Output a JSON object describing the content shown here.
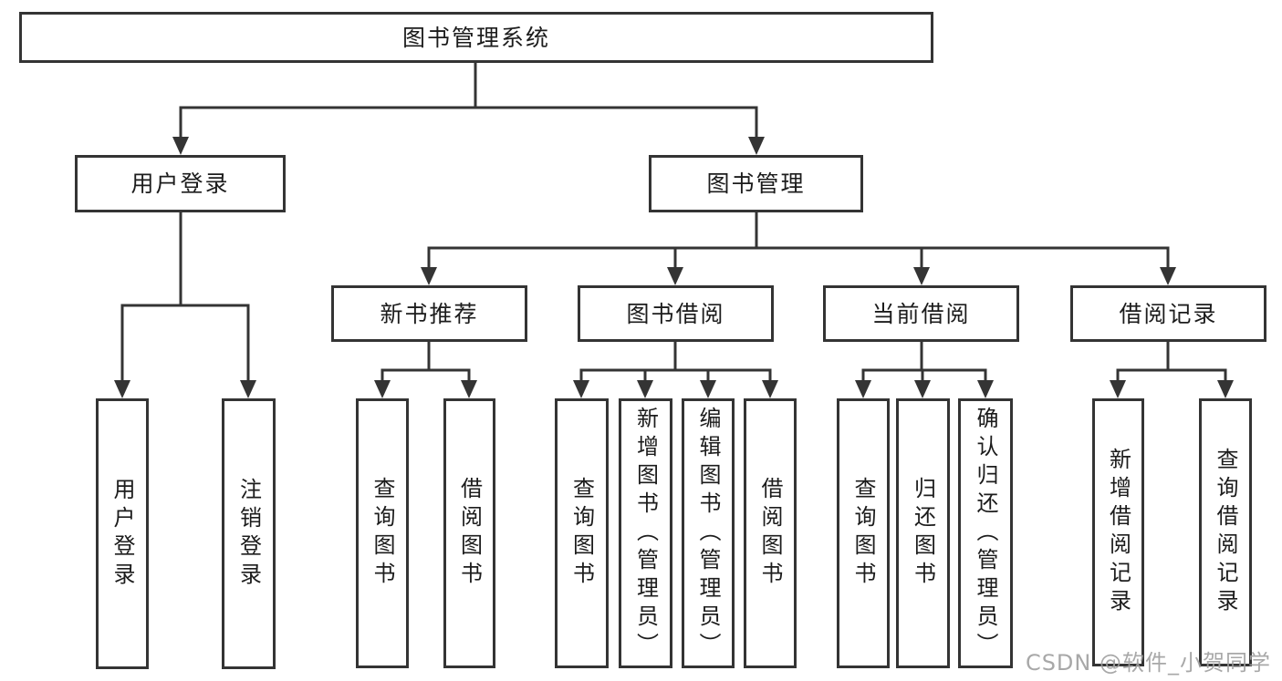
{
  "diagram": {
    "root_label": "图书管理系统",
    "branches": [
      {
        "label": "用户登录",
        "children": [
          {
            "label": "用户登录"
          },
          {
            "label": "注销登录"
          }
        ]
      },
      {
        "label": "图书管理",
        "children": [
          {
            "label": "新书推荐",
            "children": [
              {
                "label": "查询图书"
              },
              {
                "label": "借阅图书"
              }
            ]
          },
          {
            "label": "图书借阅",
            "children": [
              {
                "label": "查询图书"
              },
              {
                "label": "新增图书（管理员）"
              },
              {
                "label": "编辑图书（管理员）"
              },
              {
                "label": "借阅图书"
              }
            ]
          },
          {
            "label": "当前借阅",
            "children": [
              {
                "label": "查询图书"
              },
              {
                "label": "归还图书"
              },
              {
                "label": "确认归还（管理员）"
              }
            ]
          },
          {
            "label": "借阅记录",
            "children": [
              {
                "label": "新增借阅记录"
              },
              {
                "label": "查询借阅记录"
              }
            ]
          }
        ]
      }
    ]
  },
  "watermark": {
    "text": "CSDN @软件_小贺同学"
  },
  "colors": {
    "line": "#343434",
    "text": "#1c1c1c",
    "watermark": "#9e9e9e",
    "background": "#ffffff"
  }
}
